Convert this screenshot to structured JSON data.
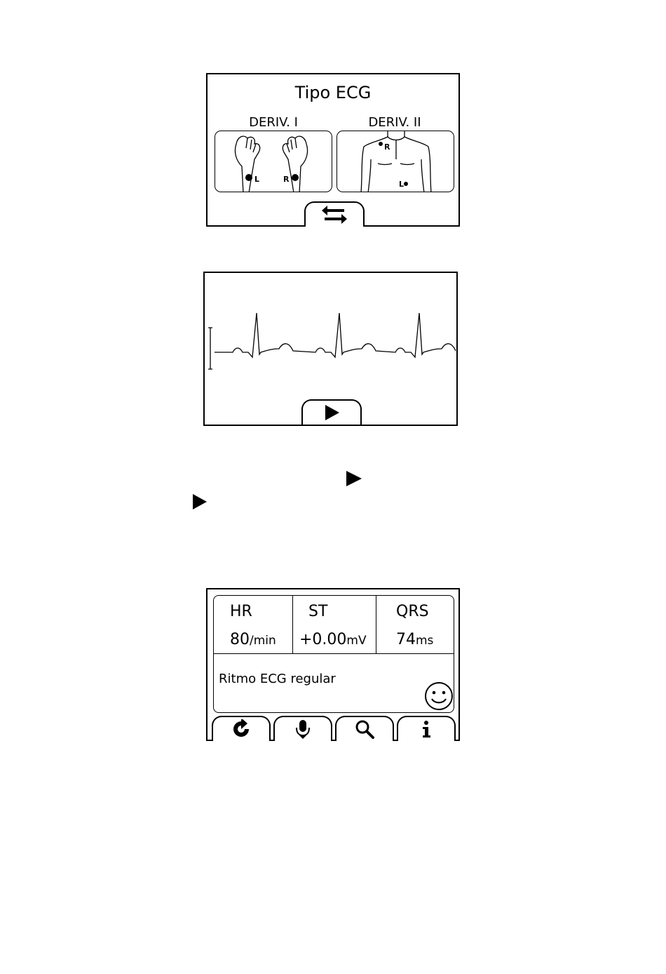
{
  "ecg_type_screen": {
    "title": "Tipo ECG",
    "leads": [
      {
        "label": "DERIV. I",
        "icon": "hands-electrodes-icon",
        "markers": [
          "L",
          "R"
        ]
      },
      {
        "label": "DERIV. II",
        "icon": "chest-electrodes-icon",
        "markers": [
          "R",
          "L"
        ]
      }
    ],
    "switch_button_icon": "switch-arrows-icon"
  },
  "ecg_trace_screen": {
    "play_button_icon": "play-icon"
  },
  "results_screen": {
    "metrics": [
      {
        "name": "HR",
        "value": "80",
        "unit": "/min"
      },
      {
        "name": "ST",
        "value": "+0.00",
        "unit": "mV"
      },
      {
        "name": "QRS",
        "value": "74",
        "unit": "ms"
      }
    ],
    "message": "Ritmo ECG regular",
    "status_icon": "smiley-icon",
    "tabs": [
      {
        "icon": "refresh-icon"
      },
      {
        "icon": "microphone-icon"
      },
      {
        "icon": "magnifier-icon"
      },
      {
        "icon": "info-icon"
      }
    ]
  }
}
